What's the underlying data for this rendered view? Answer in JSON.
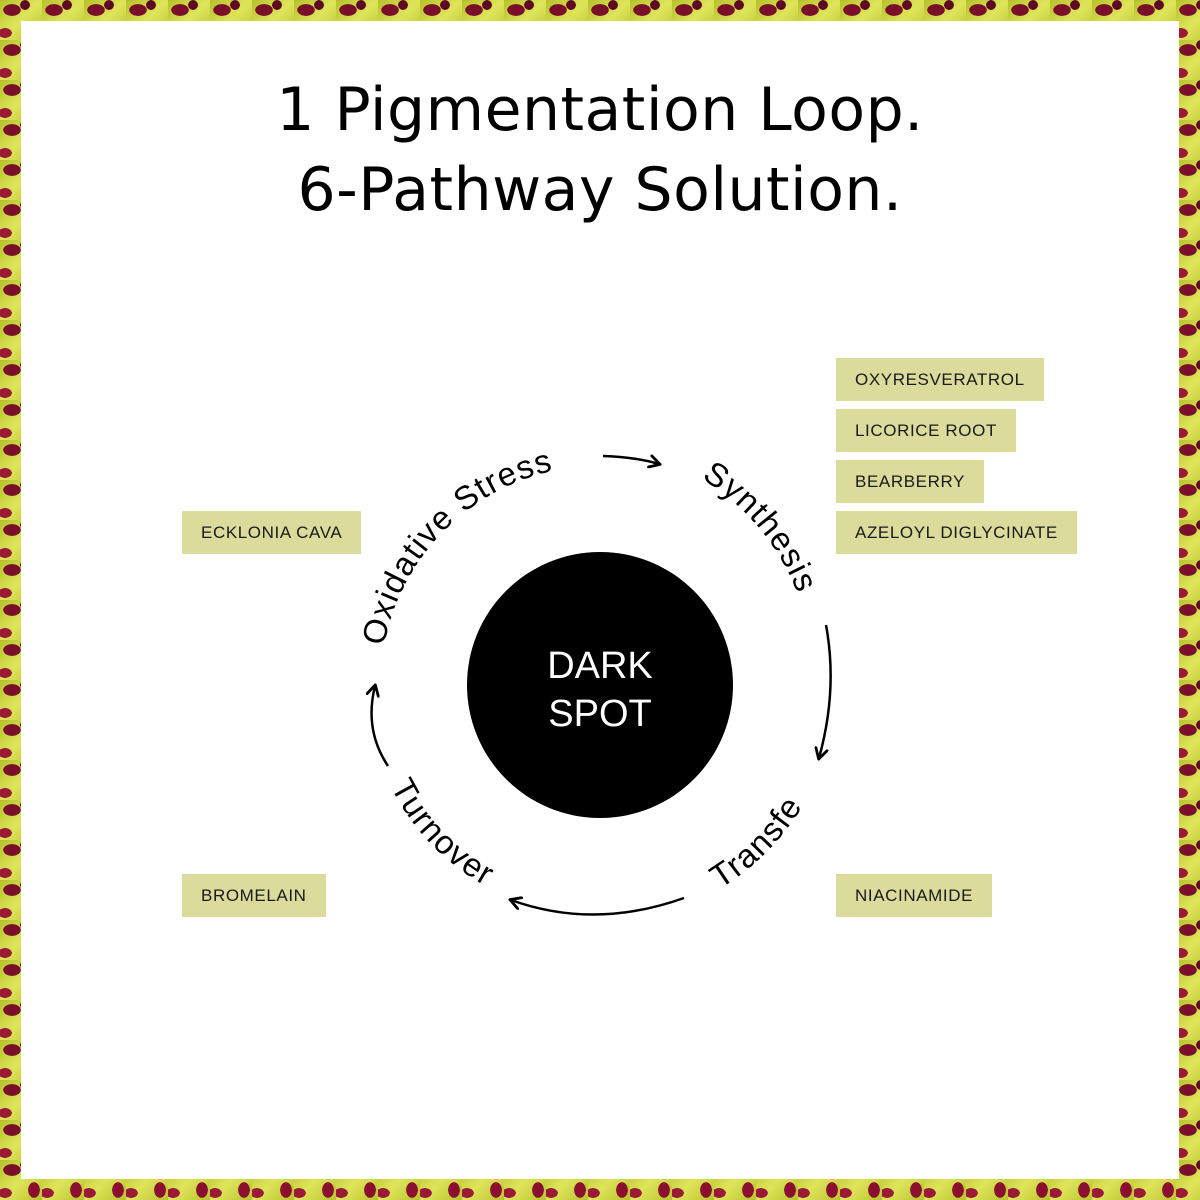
{
  "title": {
    "line1": "1 Pigmentation Loop.",
    "line2": "6-Pathway Solution."
  },
  "center": {
    "line1": "DARK",
    "line2": "SPOT"
  },
  "stages": {
    "oxidative_stress": "Oxidative Stress",
    "synthesis": "Synthesis",
    "transfer": "Transfer",
    "turnover": "Turnover"
  },
  "ingredients": {
    "synthesis": [
      "OXYRESVERATROL",
      "LICORICE ROOT",
      "BEARBERRY",
      "AZELOYL DIGLYCINATE"
    ],
    "oxidative_stress": [
      "ECKLONIA CAVA"
    ],
    "transfer": [
      "NIACINAMIDE"
    ],
    "turnover": [
      "BROMELAIN"
    ]
  },
  "colors": {
    "tag_background": "#dbdc9c",
    "center_fill": "#000000",
    "border_lime": "#c9d23a",
    "border_spots": "#7a0f2a"
  }
}
